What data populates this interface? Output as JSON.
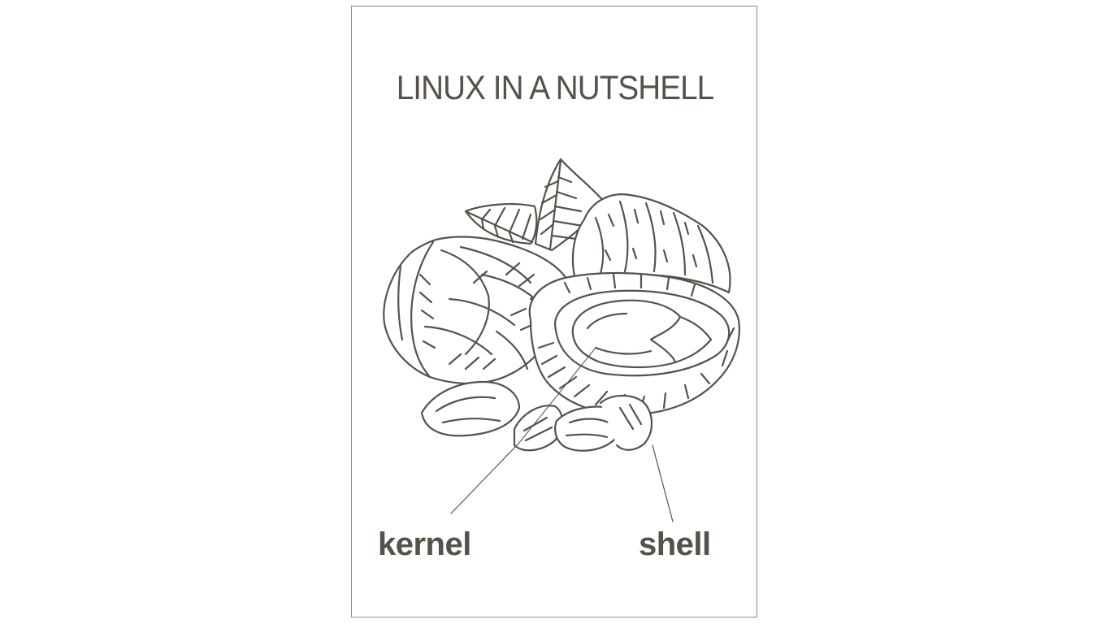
{
  "poster": {
    "title": "LINUX IN A NUTSHELL",
    "labels": {
      "kernel": "kernel",
      "shell": "shell"
    }
  },
  "colors": {
    "ink": "#56524a",
    "paper": "#ffffff",
    "border": "#8a8a8a"
  }
}
